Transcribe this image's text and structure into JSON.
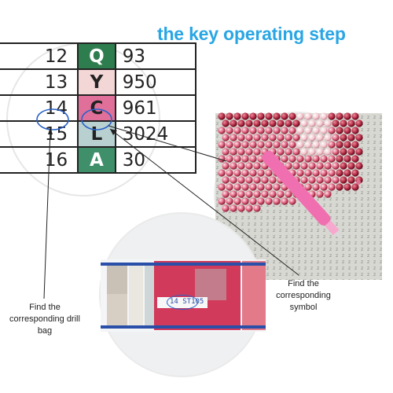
{
  "title": "the key operating step",
  "chart": {
    "rows": [
      {
        "number": "12",
        "symbol": "Q",
        "code": "93",
        "color": "#2e7d4f"
      },
      {
        "number": "13",
        "symbol": "Y",
        "code": "950",
        "color": "#f3d6d6"
      },
      {
        "number": "14",
        "symbol": "C",
        "code": "961",
        "color": "#e0709a"
      },
      {
        "number": "15",
        "symbol": "L",
        "code": "3024",
        "color": "#b8d0d0"
      },
      {
        "number": "16",
        "symbol": "A",
        "code": "30",
        "color": "#3f8f6b"
      }
    ]
  },
  "bag": {
    "label": "14 ST105"
  },
  "captions": {
    "drill_bag": "Find the corresponding drill bag",
    "symbol": "Find the corresponding symbol"
  },
  "colors": {
    "title": "#2aa6e4",
    "highlight": "#2a62c8"
  }
}
